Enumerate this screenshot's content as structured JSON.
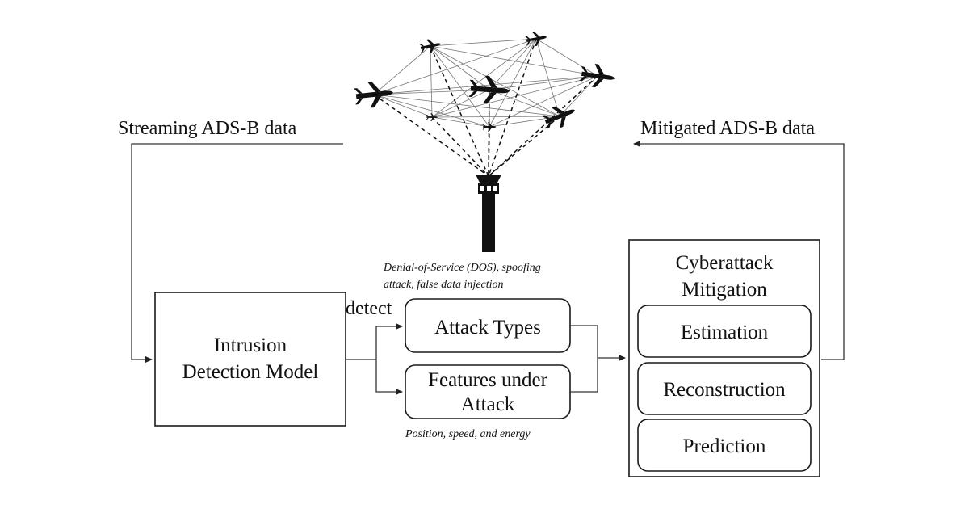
{
  "labels": {
    "streaming": "Streaming ADS-B data",
    "mitigated": "Mitigated ADS-B data",
    "detect": "detect",
    "intrusion_line1": "Intrusion",
    "intrusion_line2": "Detection Model",
    "attack_types": "Attack Types",
    "features_line1": "Features under",
    "features_line2": "Attack",
    "attack_note_line1": "Denial-of-Service (DOS), spoofing",
    "attack_note_line2": "attack, false data injection",
    "features_note": "Position, speed, and energy",
    "mitigation_line1": "Cyberattack",
    "mitigation_line2": "Mitigation",
    "estimation": "Estimation",
    "reconstruction": "Reconstruction",
    "prediction": "Prediction"
  },
  "icons": {
    "aircraft": "airplane-icon",
    "tower": "control-tower-icon"
  },
  "colors": {
    "ink": "#111111",
    "line": "#333333"
  }
}
